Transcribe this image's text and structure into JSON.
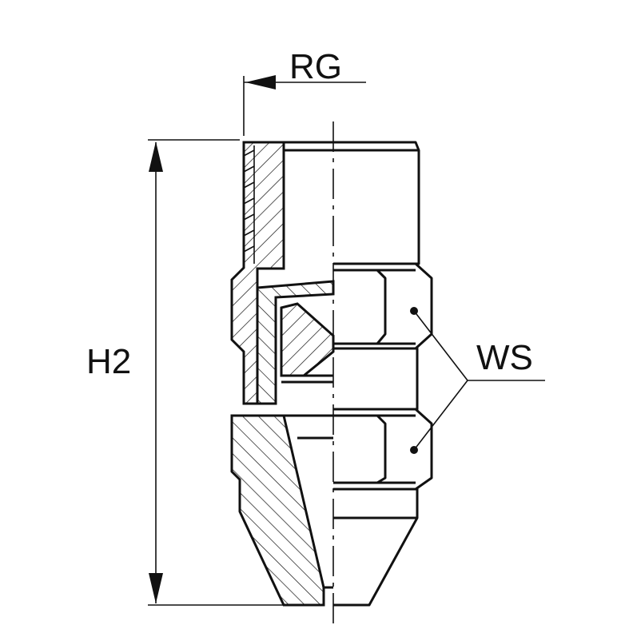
{
  "labels": {
    "thread": "RG",
    "height": "H2",
    "wrench_size": "WS"
  },
  "colors": {
    "line": "#111111",
    "background": "#ffffff"
  }
}
